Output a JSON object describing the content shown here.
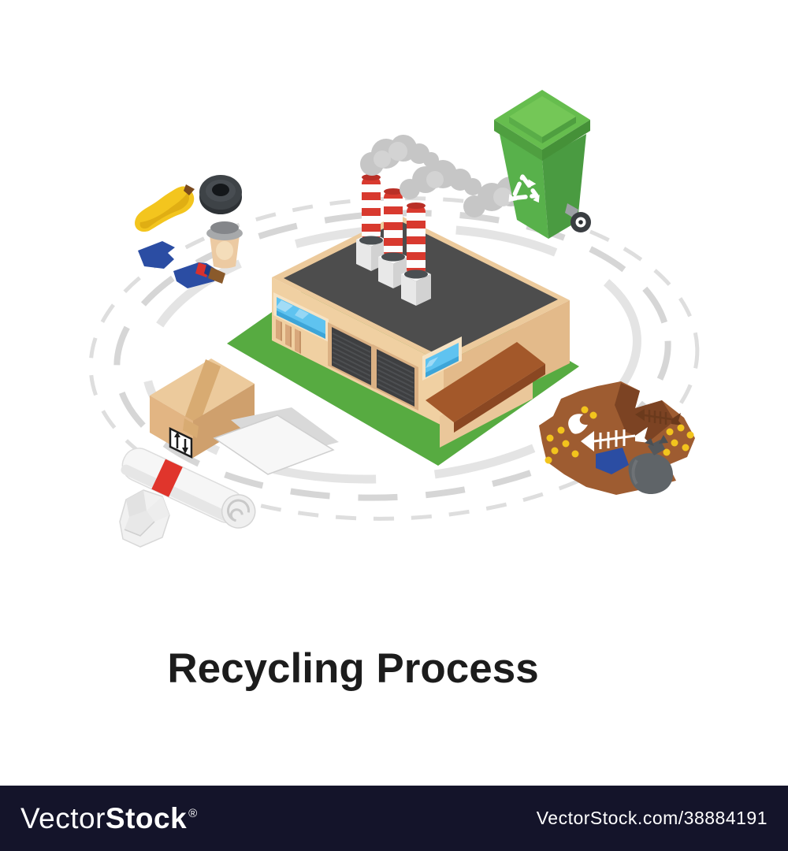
{
  "title": "Recycling Process",
  "watermark": {
    "brand_light": "Vector",
    "brand_bold": "Stock",
    "registered_mark": "®",
    "credit_url": "VectorStock.com/38884191"
  },
  "palette": {
    "title_color": "#1c1c1c",
    "watermark_bar": "#14142a",
    "watermark_text": "#ffffff",
    "ring_gray": "#dcdcdc",
    "ground_green": "#57ab41",
    "wall_light": "#f0d0a2",
    "wall_dark": "#e3ba8a",
    "roof_dark": "#4d4d4d",
    "rim_tan": "#ecca9c",
    "window_blue": "#5fc3f0",
    "door_dark": "#3e3f41",
    "chimney_red": "#d8392e",
    "smoke_gray": "#c6c6c6",
    "bin_green_light": "#66bd4e",
    "bin_green": "#58b14b",
    "bin_green_dark": "#4a9b41",
    "dock_brown": "#a3582a",
    "box_tan": "#e2b583",
    "banana_yellow": "#f3c51e",
    "bottle_blue": "#2b4da3",
    "band_red": "#e0352c",
    "garbage_brown": "#9e5c31",
    "garbage_dark_brown": "#7c4323",
    "dot_yellow": "#f2c41d",
    "bag_gray": "#5f6468"
  },
  "scene": {
    "objects": [
      "dashed-cycle-ring",
      "factory-icon",
      "chimney-icon",
      "smoke-cloud-icon",
      "recycle-bin-icon",
      "recycle-symbol-icon",
      "banana-peel-icon",
      "tire-icon",
      "coffee-cup-icon",
      "broken-bottle-icon",
      "cardboard-box-icon",
      "paper-sheets-icon",
      "paper-roll-icon",
      "crumpled-paper-icon",
      "garbage-pile-icon",
      "fish-skeleton-icon",
      "trash-bag-icon"
    ]
  }
}
